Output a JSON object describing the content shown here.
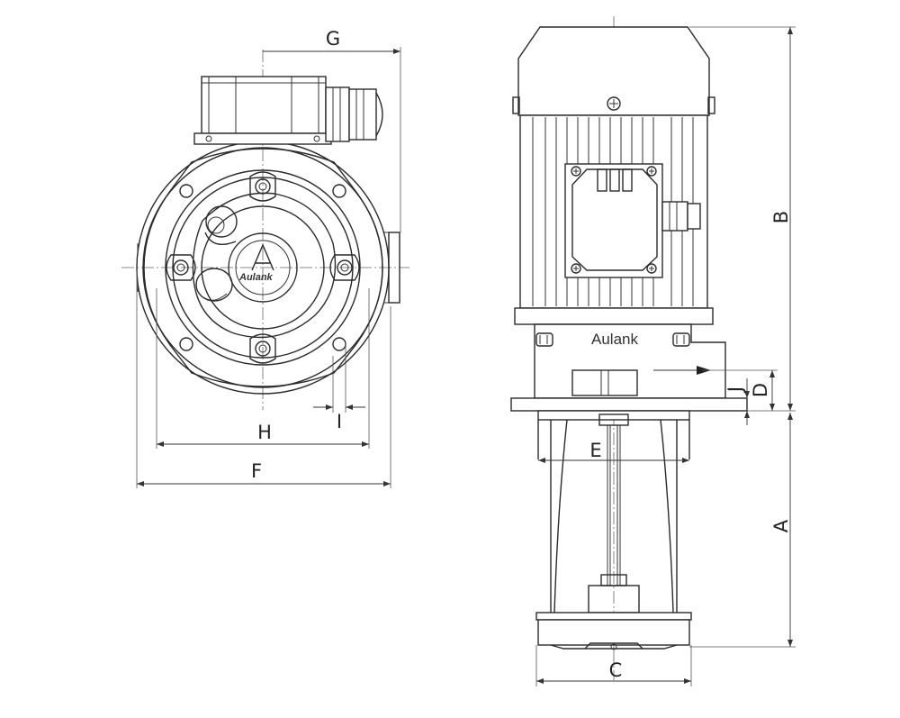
{
  "brand": "Aulank",
  "dimension_labels": {
    "A": "A",
    "B": "B",
    "C": "C",
    "D": "D",
    "E": "E",
    "F": "F",
    "G": "G",
    "H": "H",
    "I": "I",
    "J": "J"
  },
  "colors": {
    "line": "#2b2b2b",
    "background": "#ffffff"
  }
}
